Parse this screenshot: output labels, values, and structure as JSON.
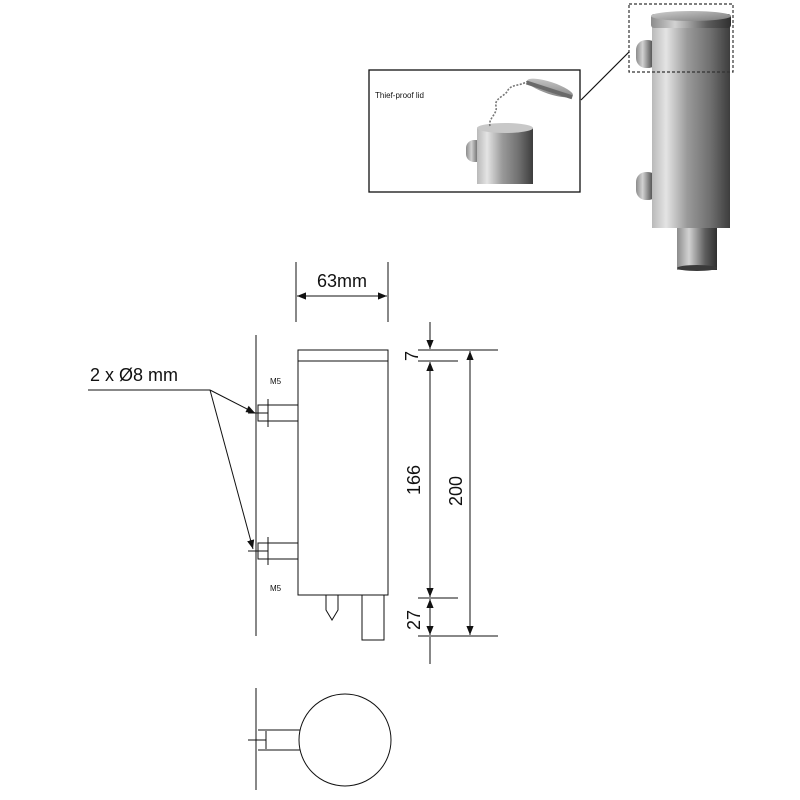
{
  "inset": {
    "label": "Thief-proof lid"
  },
  "dimensions": {
    "width": "63mm",
    "holes": "2 x Ø8 mm",
    "screw_top": "M5",
    "screw_bottom": "M5",
    "lid": "7",
    "body": "166",
    "total": "200",
    "nozzle": "27"
  }
}
